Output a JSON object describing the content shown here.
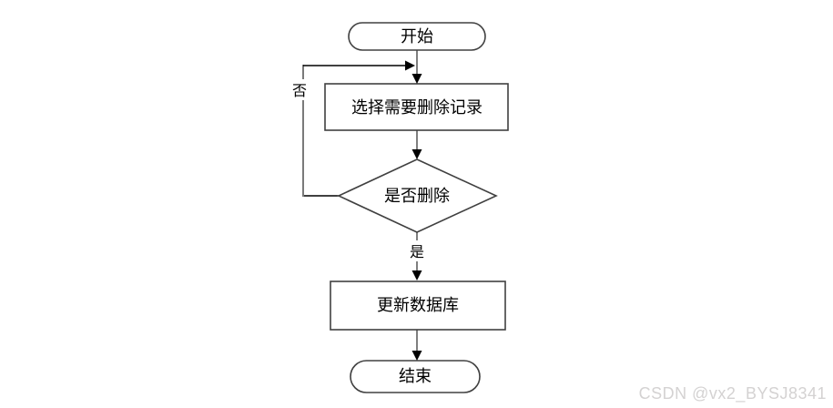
{
  "flowchart": {
    "title": "delete-record-flow",
    "nodes": [
      {
        "id": "start",
        "type": "terminator",
        "label": "开始"
      },
      {
        "id": "select",
        "type": "process",
        "label": "选择需要删除记录"
      },
      {
        "id": "decision",
        "type": "decision",
        "label": "是否删除"
      },
      {
        "id": "update",
        "type": "process",
        "label": "更新数据库"
      },
      {
        "id": "end",
        "type": "terminator",
        "label": "结束"
      }
    ],
    "edges": [
      {
        "from": "start",
        "to": "select",
        "label": ""
      },
      {
        "from": "select",
        "to": "decision",
        "label": ""
      },
      {
        "from": "decision",
        "to": "update",
        "label": "是"
      },
      {
        "from": "decision",
        "to": "select",
        "label": "否"
      },
      {
        "from": "update",
        "to": "end",
        "label": ""
      }
    ],
    "colors": {
      "shape_stroke": "#404040",
      "shape_fill": "#ffffff",
      "connector_line": "#7f7f7f",
      "loop_line": "#000000",
      "arrowhead": "#000000",
      "text": "#000000"
    }
  },
  "watermark": {
    "text": "CSDN @vx2_BYSJ8341",
    "color": "#d4d2d2"
  }
}
